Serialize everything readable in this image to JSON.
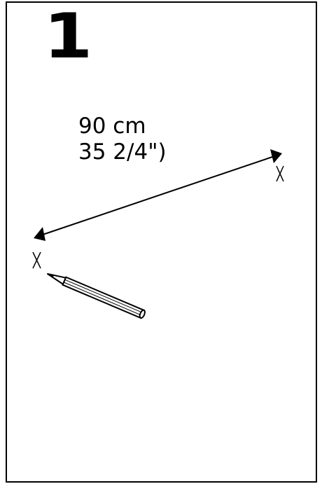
{
  "step": {
    "number": "1"
  },
  "measurement": {
    "metric": "90 cm",
    "imperial": "35 2/4\")"
  },
  "marks": {
    "left": "X",
    "right": "X"
  },
  "icons": {
    "tool": "pencil-icon",
    "dimension": "double-arrow-icon"
  },
  "colors": {
    "ink": "#000000",
    "paper": "#ffffff"
  }
}
